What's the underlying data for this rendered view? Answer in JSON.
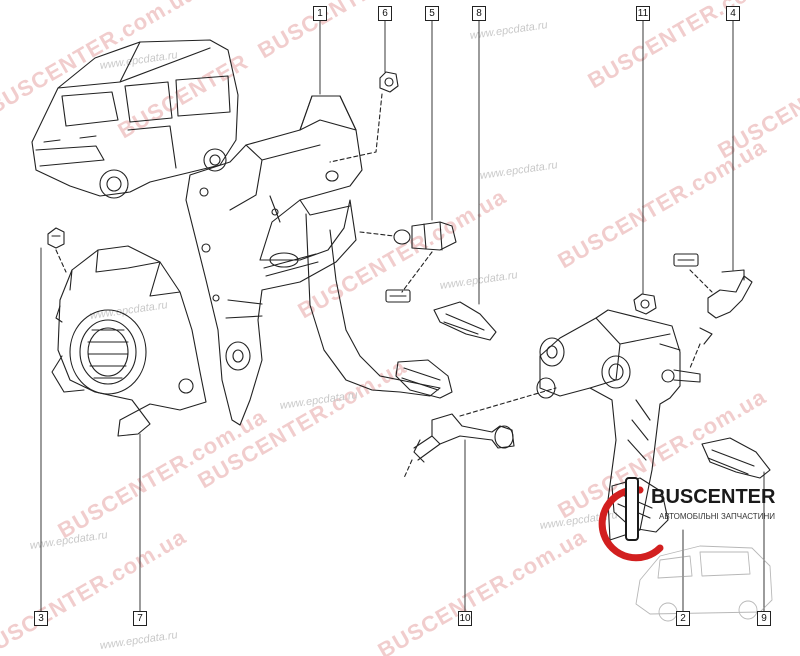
{
  "callouts": [
    "1",
    "6",
    "5",
    "8",
    "11",
    "4",
    "3",
    "7",
    "10",
    "2",
    "9"
  ],
  "watermark": {
    "brand": "BUSCENTER",
    "domain": ".com.ua",
    "site": "www.epcdata.ru"
  },
  "logo": {
    "name": "BUSCENTER",
    "tagline": "АВТОМОБІЛЬНІ ЗАПЧАСТИНИ"
  },
  "colors": {
    "line": "#222222",
    "watermark": "#e7a5a5",
    "logo_red": "#d21f1f"
  }
}
